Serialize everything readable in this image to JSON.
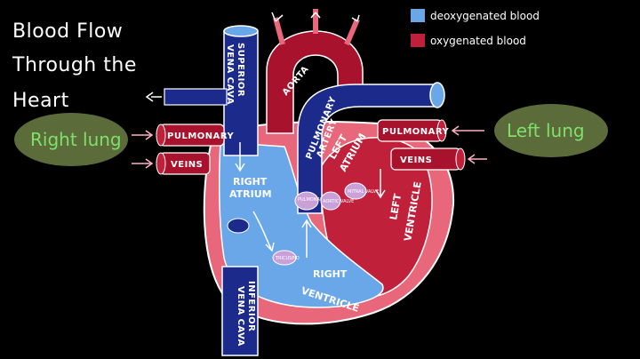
{
  "title": {
    "line1": "Blood Flow",
    "line2": "Through the",
    "line3": "Heart"
  },
  "legend": {
    "deoxygenated": {
      "label": "deoxygenated blood",
      "color": "#6aa7e8"
    },
    "oxygenated": {
      "label": "oxygenated blood",
      "color": "#c0203a"
    }
  },
  "lungs": {
    "right": "Right lung",
    "left": "Left lung"
  },
  "vessels": {
    "superior_vena_cava_1": "SUPERIOR",
    "superior_vena_cava_2": "VENA CAVA",
    "inferior_vena_cava_1": "INFERIOR",
    "inferior_vena_cava_2": "VENA CAVA",
    "aorta": "AORTA",
    "pulmonary_artery_1": "PULMONARY",
    "pulmonary_artery_2": "ARTERY",
    "right_pulmonary": "PULMONARY",
    "right_veins": "VEINS",
    "left_pulmonary": "PULMONARY",
    "left_veins": "VEINS"
  },
  "chambers": {
    "right_atrium_1": "RIGHT",
    "right_atrium_2": "ATRIUM",
    "right_ventricle_1": "RIGHT",
    "right_ventricle_2": "VENTRICLE",
    "left_atrium_1": "LEFT",
    "left_atrium_2": "ATRIUM",
    "left_ventricle_1": "LEFT",
    "left_ventricle_2": "VENTRICLE"
  },
  "valves": {
    "pulmonary": "PULMONARY VALVE",
    "aortic": "AORTIC VALVE",
    "mitral": "MITRAL VALVE",
    "tricuspid": "TRICUSPID"
  },
  "colors": {
    "blue_dark": "#1c2a8c",
    "blue_light": "#6aa7e8",
    "red_dark": "#a8122c",
    "red_mid": "#c0203a",
    "pink": "#e8677a",
    "lung_bg": "#5b6b3a",
    "lung_text": "#7fe06a"
  }
}
